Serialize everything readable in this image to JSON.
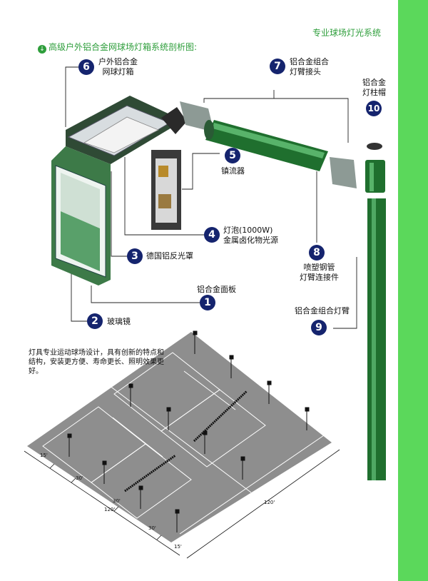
{
  "header": {
    "title": "专业球场灯光系统"
  },
  "section": {
    "title": "高级户外铝合金网球场灯箱系统剖析图:"
  },
  "callouts": [
    {
      "num": "1",
      "label": "铝合金面板"
    },
    {
      "num": "2",
      "label": "玻璃镜"
    },
    {
      "num": "3",
      "label": "德国铝反光罩"
    },
    {
      "num": "4",
      "label": "灯泡(1000W)\n金属卤化物光源"
    },
    {
      "num": "5",
      "label": "镇流器"
    },
    {
      "num": "6",
      "label": "户外铝合金\n网球灯箱"
    },
    {
      "num": "7",
      "label": "铝合金组合\n灯臂接头"
    },
    {
      "num": "8",
      "label": "喷塑钢管\n灯臂连接件"
    },
    {
      "num": "9",
      "label": "铝合金组合灯臂"
    },
    {
      "num": "10",
      "label": "铝合金\n灯柱帽"
    }
  ],
  "description": "灯具专业运动球场设计，具有创新的特点和结构，安装更方便、寿命更长、照明效果更好。",
  "dimensions": {
    "d15a": "15'",
    "d30a": "30'",
    "d30b": "30'",
    "d30c": "30'",
    "d15b": "15'",
    "d120a": "120'",
    "d120b": "120'"
  },
  "colors": {
    "accent": "#2e9e3b",
    "sidebar": "#5bd85b",
    "badge": "#15246e",
    "court": "#8e8e8e"
  }
}
